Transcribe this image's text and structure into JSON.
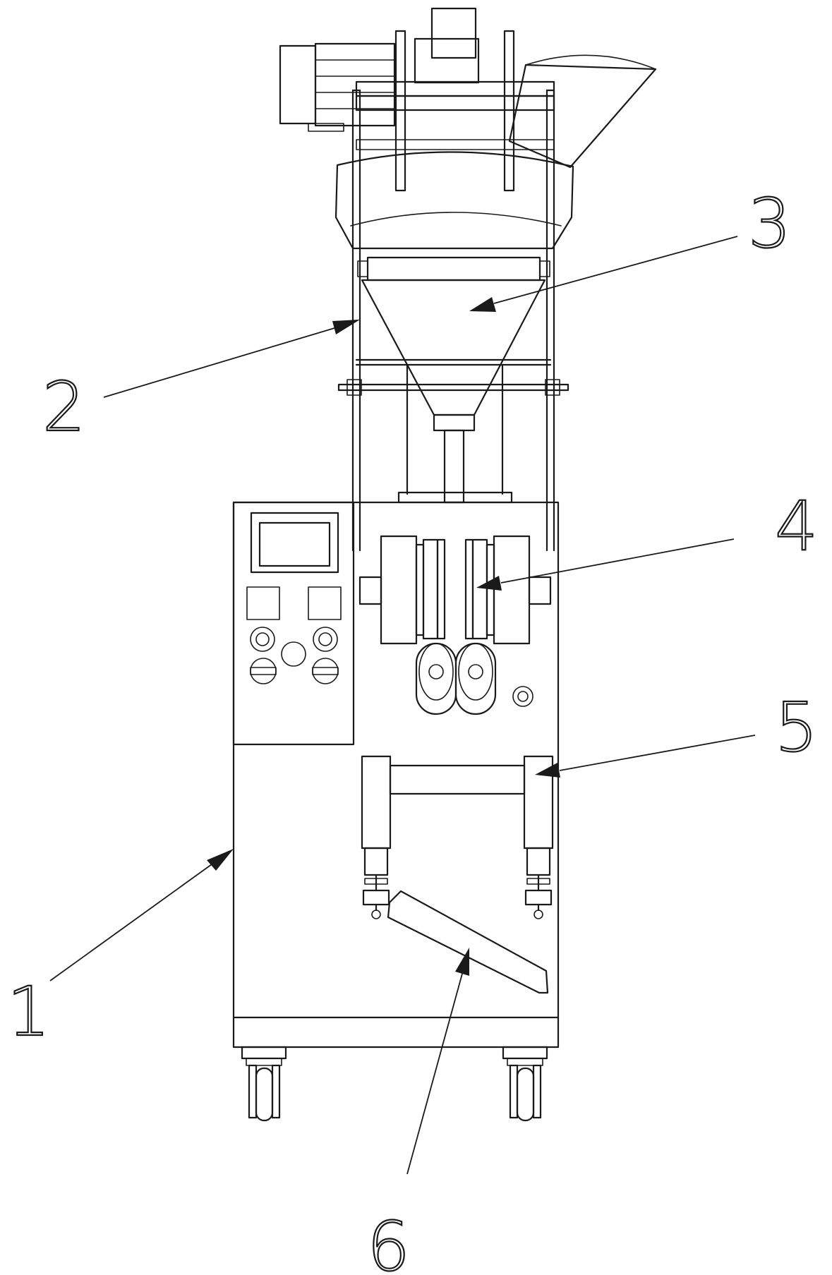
{
  "labels": [
    {
      "id": "1",
      "text": "1"
    },
    {
      "id": "2",
      "text": "2"
    },
    {
      "id": "3",
      "text": "3"
    },
    {
      "id": "4",
      "text": "4"
    },
    {
      "id": "5",
      "text": "5"
    },
    {
      "id": "6",
      "text": "6"
    }
  ]
}
